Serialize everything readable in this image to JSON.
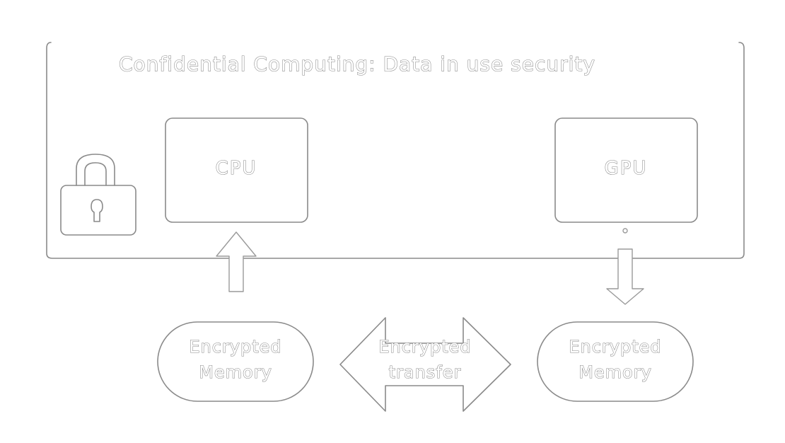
{
  "diagram": {
    "title": "Confidential Computing: Data in use security",
    "cpu_label": "CPU",
    "gpu_label": "GPU",
    "left_memory": {
      "line1": "Encrypted",
      "line2": "Memory"
    },
    "right_memory": {
      "line1": "Encrypted",
      "line2": "Memory"
    },
    "transfer": {
      "line1": "Encrypted",
      "line2": "transfer"
    },
    "icons": [
      "lock-icon"
    ],
    "colors": {
      "background": "#ffffff",
      "outline": "#8a8a8a"
    }
  }
}
